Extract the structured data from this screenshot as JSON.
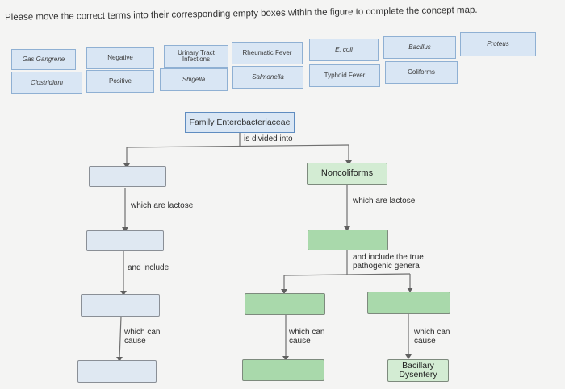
{
  "instruction": "Please move the correct terms into their corresponding empty boxes within the figure to complete the concept map.",
  "term_tiles": [
    "Gas Gangrene",
    "Negative",
    "Urinary Tract Infections",
    "Rheumatic Fever",
    "E. coli",
    "Bacillus",
    "Proteus",
    "Clostridium",
    "Positive",
    "Shigella",
    "Salmonella",
    "Typhoid Fever",
    "Coliforms"
  ],
  "map": {
    "root": "Family Enterobacteriaceae",
    "root_link": "is divided into",
    "noncoliforms": "Noncoliforms",
    "left_link_1": "which are lactose",
    "left_link_2": "and include",
    "left_link_3": "which can cause",
    "right_link_1": "which are lactose",
    "right_link_2": "and include the true pathogenic genera",
    "mid_link_cause": "which can cause",
    "right_link_cause": "which can cause",
    "bacillary": "Bacillary Dysentery"
  }
}
